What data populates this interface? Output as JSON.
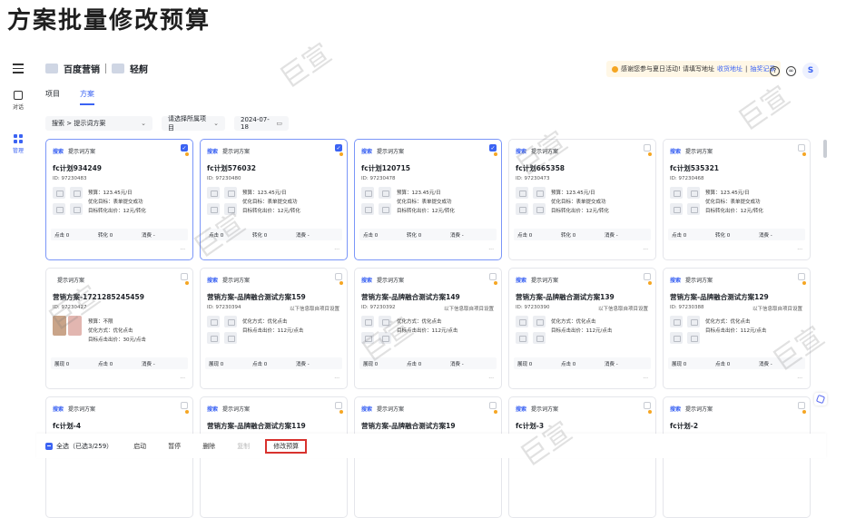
{
  "heading": "方案批量修改预算",
  "watermark": "巨宣",
  "topbar": {
    "brand_main": "百度营销",
    "brand_sub": "轻舸",
    "notice_text": "感谢您参与夏日活动! 请填写地址",
    "notice_link1": "收货地址",
    "notice_sep": "|",
    "notice_link2": "抽奖记录",
    "avatar": "S"
  },
  "leftnav": {
    "items": [
      {
        "label": "对话",
        "icon": "chat-icon"
      },
      {
        "label": "管理",
        "icon": "grid-icon"
      }
    ]
  },
  "tabs": [
    {
      "label": "项目"
    },
    {
      "label": "方案"
    }
  ],
  "filters": {
    "search": "搜索 > 提示词方案",
    "project": "请选择所属项目",
    "date": "2024-07-18"
  },
  "cards": [
    {
      "badge": "搜索",
      "tag": "提示词方案",
      "name": "fc计划934249",
      "id": "ID: 97230483",
      "note": "",
      "lines": [
        "预算：123.45元/日",
        "优化目标：表单提交成功",
        "目标转化出价：12元/转化"
      ],
      "stats": [
        "点击 0",
        "转化 0",
        "消费 -"
      ],
      "selected": true,
      "photo": false
    },
    {
      "badge": "搜索",
      "tag": "提示词方案",
      "name": "fc计划576032",
      "id": "ID: 97230480",
      "note": "",
      "lines": [
        "预算：123.45元/日",
        "优化目标：表单提交成功",
        "目标转化出价：12元/转化"
      ],
      "stats": [
        "点击 0",
        "转化 0",
        "消费 -"
      ],
      "selected": true,
      "photo": false
    },
    {
      "badge": "搜索",
      "tag": "提示词方案",
      "name": "fc计划120715",
      "id": "ID: 97230478",
      "note": "",
      "lines": [
        "预算：123.45元/日",
        "优化目标：表单提交成功",
        "目标转化出价：12元/转化"
      ],
      "stats": [
        "点击 0",
        "转化 0",
        "消费 -"
      ],
      "selected": true,
      "photo": false
    },
    {
      "badge": "搜索",
      "tag": "提示词方案",
      "name": "fc计划665358",
      "id": "ID: 97230473",
      "note": "",
      "lines": [
        "预算：123.45元/日",
        "优化目标：表单提交成功",
        "目标转化出价：12元/转化"
      ],
      "stats": [
        "点击 0",
        "转化 0",
        "消费 -"
      ],
      "selected": false,
      "photo": false
    },
    {
      "badge": "搜索",
      "tag": "提示词方案",
      "name": "fc计划535321",
      "id": "ID: 97230468",
      "note": "",
      "lines": [
        "预算：123.45元/日",
        "优化目标：表单提交成功",
        "目标转化出价：12元/转化"
      ],
      "stats": [
        "点击 0",
        "转化 0",
        "消费 -"
      ],
      "selected": false,
      "photo": false
    },
    {
      "badge": "",
      "tag": "提示词方案",
      "name": "营销方案-1721285245459",
      "id": "ID: 97230427",
      "note": "",
      "lines": [
        "预算：不限",
        "优化方式：优化点击",
        "目标点击出价：30元/点击"
      ],
      "stats": [
        "展现 0",
        "点击 0",
        "消费 -"
      ],
      "selected": false,
      "photo": true
    },
    {
      "badge": "搜索",
      "tag": "提示词方案",
      "name": "营销方案-品牌融合测试方案159",
      "id": "ID: 97230394",
      "note": "以下信息取自项目设置",
      "lines": [
        "优化方式：优化点击",
        "目标点击出价：112元/点击"
      ],
      "stats": [
        "展现 0",
        "点击 0",
        "消费 -"
      ],
      "selected": false,
      "photo": false
    },
    {
      "badge": "搜索",
      "tag": "提示词方案",
      "name": "营销方案-品牌融合测试方案149",
      "id": "ID: 97230392",
      "note": "以下信息取自项目设置",
      "lines": [
        "优化方式：优化点击",
        "目标点击出价：112元/点击"
      ],
      "stats": [
        "展现 0",
        "点击 0",
        "消费 -"
      ],
      "selected": false,
      "photo": false
    },
    {
      "badge": "搜索",
      "tag": "提示词方案",
      "name": "营销方案-品牌融合测试方案139",
      "id": "ID: 97230390",
      "note": "以下信息取自项目设置",
      "lines": [
        "优化方式：优化点击",
        "目标点击出价：112元/点击"
      ],
      "stats": [
        "展现 0",
        "点击 0",
        "消费 -"
      ],
      "selected": false,
      "photo": false
    },
    {
      "badge": "搜索",
      "tag": "提示词方案",
      "name": "营销方案-品牌融合测试方案129",
      "id": "ID: 97230388",
      "note": "以下信息取自项目设置",
      "lines": [
        "优化方式：优化点击",
        "目标点击出价：112元/点击"
      ],
      "stats": [
        "展现 0",
        "点击 0",
        "消费 -"
      ],
      "selected": false,
      "photo": false
    },
    {
      "badge": "搜索",
      "tag": "提示词方案",
      "name": "fc计划-4",
      "id": "",
      "note": "",
      "lines": [],
      "stats": [],
      "selected": false,
      "photo": false
    },
    {
      "badge": "搜索",
      "tag": "提示词方案",
      "name": "营销方案-品牌融合测试方案119",
      "id": "",
      "note": "",
      "lines": [],
      "stats": [],
      "selected": false,
      "photo": false
    },
    {
      "badge": "搜索",
      "tag": "提示词方案",
      "name": "营销方案-品牌融合测试方案19",
      "id": "",
      "note": "",
      "lines": [],
      "stats": [],
      "selected": false,
      "photo": false
    },
    {
      "badge": "搜索",
      "tag": "提示词方案",
      "name": "fc计划-3",
      "id": "",
      "note": "",
      "lines": [],
      "stats": [],
      "selected": false,
      "photo": false
    },
    {
      "badge": "搜索",
      "tag": "提示词方案",
      "name": "fc计划-2",
      "id": "",
      "note": "",
      "lines": [],
      "stats": [],
      "selected": false,
      "photo": false
    }
  ],
  "bottombar": {
    "select_all": "全选（已选3/259）",
    "buttons": [
      {
        "label": "启动",
        "state": "normal"
      },
      {
        "label": "暂停",
        "state": "normal"
      },
      {
        "label": "删除",
        "state": "normal"
      },
      {
        "label": "复制",
        "state": "disabled"
      },
      {
        "label": "修改预算",
        "state": "highlight"
      }
    ]
  },
  "colors": {
    "accent": "#3b63f3",
    "highlight": "#d8322e",
    "dot": "#f5a623"
  }
}
